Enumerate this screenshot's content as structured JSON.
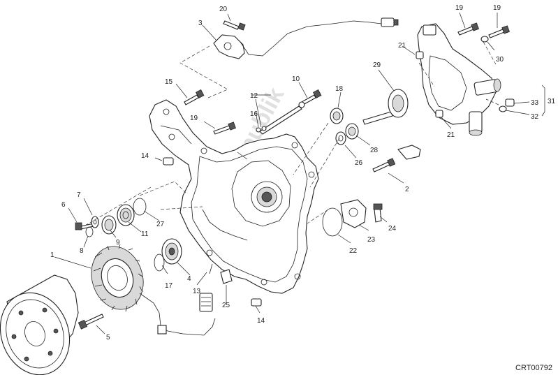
{
  "drawing_code": "CRT00792",
  "watermark": "PartsRepublik",
  "callouts": {
    "c1": "1",
    "c2": "2",
    "c3": "3",
    "c4": "4",
    "c5": "5",
    "c6": "6",
    "c7": "7",
    "c8": "8",
    "c9": "9",
    "c10": "10",
    "c11": "11",
    "c12": "12",
    "c13": "13",
    "c14a": "14",
    "c14b": "14",
    "c15": "15",
    "c16": "16",
    "c17": "17",
    "c18": "18",
    "c19a": "19",
    "c19b": "19",
    "c19c": "19",
    "c20": "20",
    "c21a": "21",
    "c21b": "21",
    "c22": "22",
    "c23": "23",
    "c24": "24",
    "c25": "25",
    "c26": "26",
    "c27": "27",
    "c28": "28",
    "c29": "29",
    "c30": "30",
    "c31": "31",
    "c32": "32",
    "c33": "33"
  }
}
